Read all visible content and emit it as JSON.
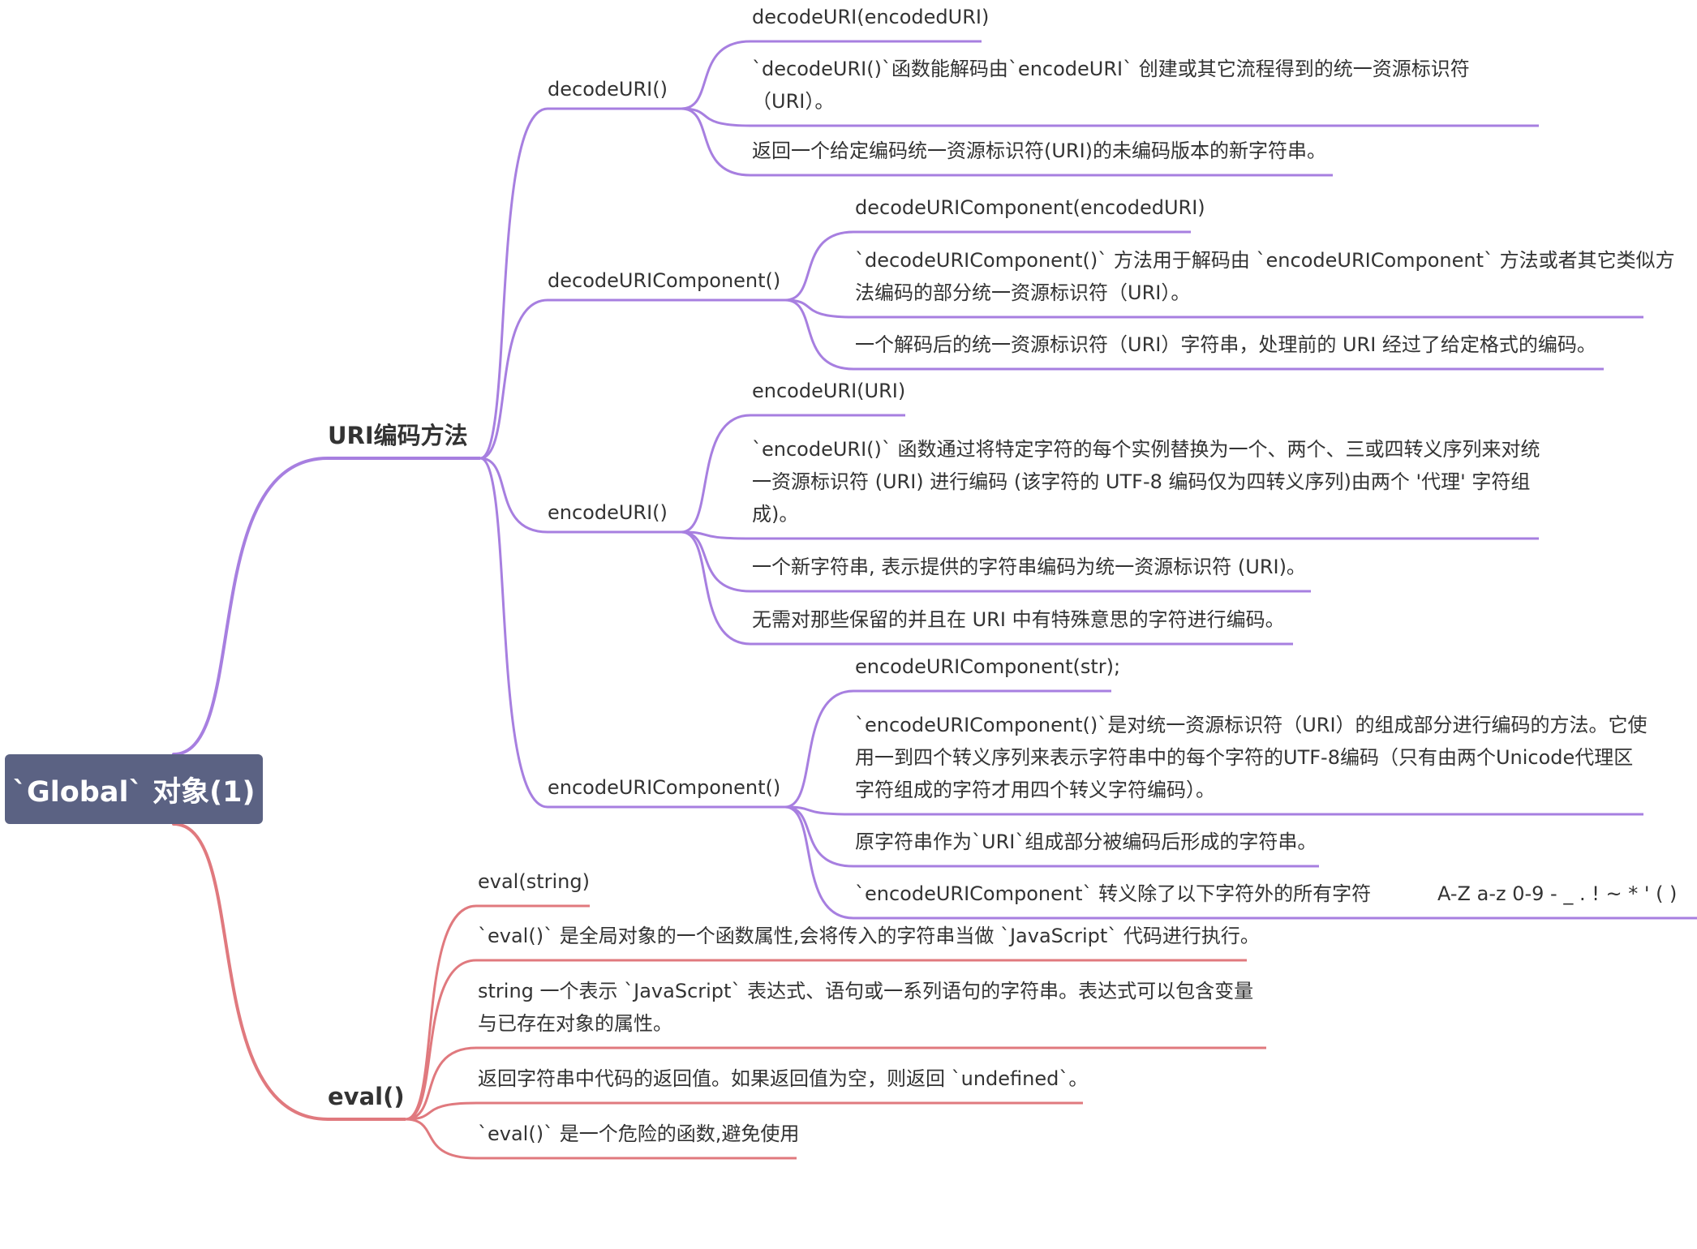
{
  "root": {
    "title": "`Global` 对象(1)"
  },
  "colors": {
    "root_bg": "#5b6283",
    "uri_branch": "#a77fe0",
    "eval_branch": "#e0797e",
    "text": "#333333"
  },
  "branches": {
    "uri": {
      "label": "URI编码方法",
      "methods": [
        {
          "label": "decodeURI()",
          "items": [
            [
              "decodeURI(encodedURI)"
            ],
            [
              "`decodeURI()`函数能解码由`encodeURI` 创建或其它流程得到的统一资源标识符",
              "（URI）。"
            ],
            [
              "返回一个给定编码统一资源标识符(URI)的未编码版本的新字符串。"
            ]
          ]
        },
        {
          "label": "decodeURIComponent()",
          "items": [
            [
              "decodeURIComponent(encodedURI)"
            ],
            [
              "`decodeURIComponent()` 方法用于解码由 `encodeURIComponent` 方法或者其它类似方",
              "法编码的部分统一资源标识符（URI）。"
            ],
            [
              "一个解码后的统一资源标识符（URI）字符串，处理前的 URI 经过了给定格式的编码。"
            ]
          ]
        },
        {
          "label": "encodeURI()",
          "items": [
            [
              "encodeURI(URI)"
            ],
            [
              "`encodeURI()` 函数通过将特定字符的每个实例替换为一个、两个、三或四转义序列来对统",
              "一资源标识符 (URI) 进行编码 (该字符的 UTF-8 编码仅为四转义序列)由两个 '代理' 字符组",
              "成)。"
            ],
            [
              "一个新字符串, 表示提供的字符串编码为统一资源标识符 (URI)。"
            ],
            [
              "无需对那些保留的并且在 URI 中有特殊意思的字符进行编码。"
            ]
          ]
        },
        {
          "label": "encodeURIComponent()",
          "items": [
            [
              "encodeURIComponent(str);"
            ],
            [
              "`encodeURIComponent()`是对统一资源标识符（URI）的组成部分进行编码的方法。它使",
              "用一到四个转义序列来表示字符串中的每个字符的UTF-8编码（只有由两个Unicode代理区",
              "字符组成的字符才用四个转义字符编码）。"
            ],
            [
              "原字符串作为`URI`组成部分被编码后形成的字符串。"
            ],
            [
              "`encodeURIComponent` 转义除了以下字符外的所有字符"
            ]
          ],
          "sub_item": "A-Z a-z 0-9 - _ . ! ~ * ' ( )"
        }
      ]
    },
    "eval": {
      "label": "eval()",
      "items": [
        [
          "eval(string)"
        ],
        [
          "`eval()` 是全局对象的一个函数属性,会将传入的字符串当做 `JavaScript` 代码进行执行。"
        ],
        [
          "string 一个表示 `JavaScript` 表达式、语句或一系列语句的字符串。表达式可以包含变量",
          "与已存在对象的属性。"
        ],
        [
          "返回字符串中代码的返回值。如果返回值为空，则返回 `undefined`。"
        ],
        [
          "`eval()` 是一个危险的函数,避免使用"
        ]
      ]
    }
  }
}
